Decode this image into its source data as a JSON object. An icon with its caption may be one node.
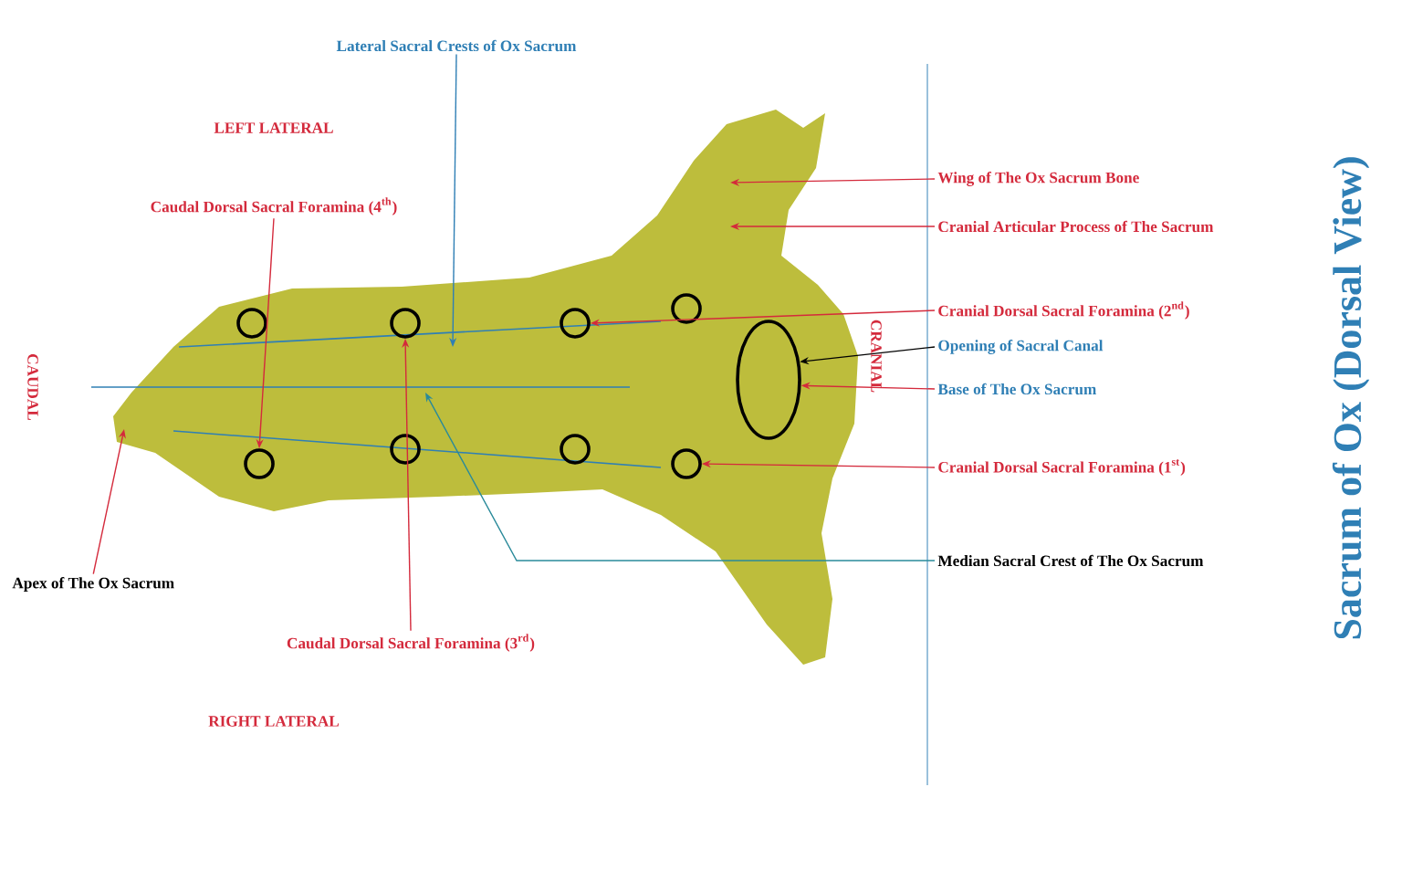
{
  "diagram": {
    "title": "Sacrum of Ox (Dorsal View)",
    "nodes": [
      {
        "text": [
          "Lateral Sacral Crests of Ox Sacrum"
        ]
      },
      {
        "text": [
          "Caudal Dorsal Sacral Foramina (4$^{th}$)"
        ]
      },
      {
        "text": [
          "Wing of The Ox Sacrum Bone"
        ]
      },
      {
        "text": [
          "Cranial Articular Process of The Sacrum"
        ]
      },
      {
        "text": [
          "Cranial Dorsal Sacral Foramina (2$^{nd}$)"
        ]
      },
      {
        "text": [
          "Opening of Sacral Canal"
        ]
      },
      {
        "text": [
          "Base of The Ox Sacrum"
        ]
      },
      {
        "text": [
          "Cranial Dorsal Sacral Foramina (1$^{st}$)"
        ]
      },
      {
        "text": [
          "Median Sacral Crest of The Ox Sacrum"
        ]
      },
      {
        "text": [
          "Apex of The Ox Sacrum"
        ]
      },
      {
        "text": [
          "Caudal Dorsal Sacral Foramina (3$^{rd}$)"
        ]
      },
      {
        "text": [],
        "shape": "circle"
      },
      {
        "text": [],
        "shape": "circle"
      },
      {
        "text": [],
        "shape": "circle"
      },
      {
        "text": [],
        "shape": "circle"
      },
      {
        "text": [],
        "shape": "circle"
      },
      {
        "text": [],
        "shape": "circle"
      },
      {
        "text": [],
        "shape": "circle"
      },
      {
        "text": [],
        "shape": "circle"
      },
      {
        "text": [],
        "shape": "ellipse"
      }
    ],
    "edges": [
      {
        "from": 0,
        "to": null,
        "arrow": "to",
        "color": "#2f7fb5"
      },
      {
        "from": 1,
        "to": 12,
        "arrow": "to"
      },
      {
        "from": 2,
        "to": null,
        "arrow": "to"
      },
      {
        "from": 3,
        "to": null,
        "arrow": "to"
      },
      {
        "from": 4,
        "to": 15,
        "arrow": "to"
      },
      {
        "from": 5,
        "to": 19,
        "arrow": "to",
        "color": "#000000"
      },
      {
        "from": 6,
        "to": 19,
        "arrow": "to"
      },
      {
        "from": 7,
        "to": 18,
        "arrow": "to"
      },
      {
        "from": 8,
        "to": null,
        "arrow": "to",
        "color": "#2a8a9a"
      },
      {
        "from": 9,
        "to": null,
        "arrow": "to"
      },
      {
        "from": 10,
        "to": 13,
        "arrow": "to"
      }
    ],
    "labels": [
      "LEFT LATERAL",
      "CAUDAL",
      "CRANIAL",
      "RIGHT LATERAL"
    ]
  }
}
